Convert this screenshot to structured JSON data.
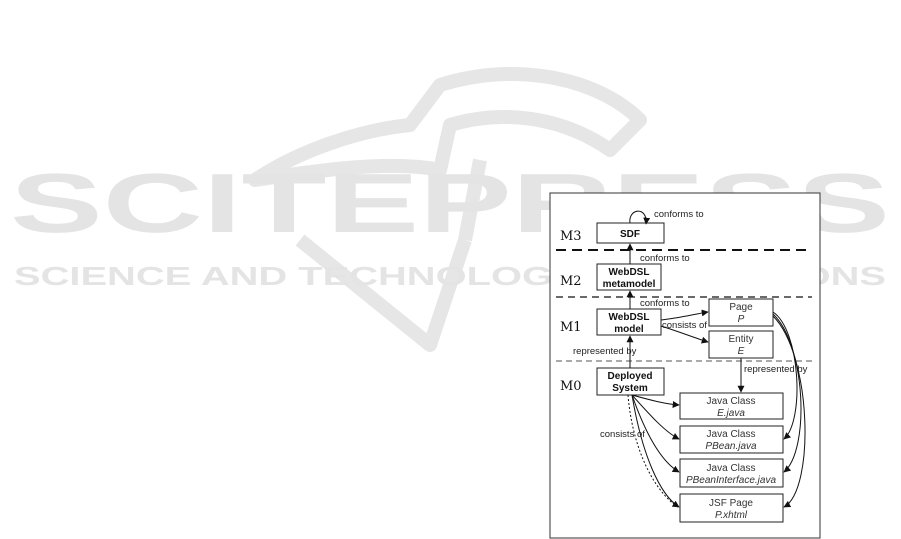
{
  "watermark": {
    "title": "SCITEPRESS",
    "subtitle": "SCIENCE AND TECHNOLOGY PUBLICATIONS"
  },
  "diagram": {
    "levels": {
      "m3": "M3",
      "m2": "M2",
      "m1": "M1",
      "m0": "M0"
    },
    "boxes": {
      "sdf": {
        "line1": "SDF"
      },
      "metamodel": {
        "line1": "WebDSL",
        "line2": "metamodel"
      },
      "model": {
        "line1": "WebDSL",
        "line2": "model"
      },
      "page": {
        "line1": "Page",
        "line2": "P"
      },
      "entity": {
        "line1": "Entity",
        "line2": "E"
      },
      "deployed": {
        "line1": "Deployed",
        "line2": "System"
      },
      "ejava": {
        "line1": "Java Class",
        "line2": "E.java"
      },
      "pbean": {
        "line1": "Java Class",
        "line2": "PBean.java"
      },
      "pbeaninterface": {
        "line1": "Java Class",
        "line2": "PBeanInterface.java"
      },
      "jsf": {
        "line1": "JSF Page",
        "line2": "P.xhtml"
      }
    },
    "edge_labels": {
      "conforms_to_sdf": "conforms to",
      "conforms_to_metamodel": "conforms to",
      "conforms_to_model": "conforms to",
      "consists_of_model": "consists of",
      "represented_by_model": "represented by",
      "represented_by_entity": "represented by",
      "consists_of_deployed": "consists of"
    }
  }
}
